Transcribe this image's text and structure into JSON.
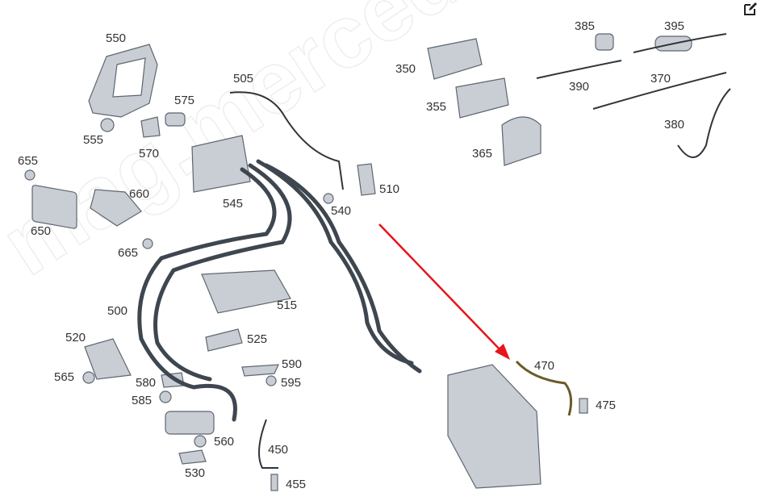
{
  "watermark": "mag.mercedes.ru",
  "accent_arrow_color": "#e8141b",
  "callouts": [
    "550",
    "555",
    "570",
    "575",
    "505",
    "655",
    "660",
    "650",
    "665",
    "545",
    "540",
    "510",
    "350",
    "355",
    "365",
    "385",
    "395",
    "390",
    "370",
    "380",
    "500",
    "515",
    "520",
    "525",
    "565",
    "580",
    "585",
    "590",
    "595",
    "470",
    "475",
    "560",
    "450",
    "530",
    "455"
  ]
}
